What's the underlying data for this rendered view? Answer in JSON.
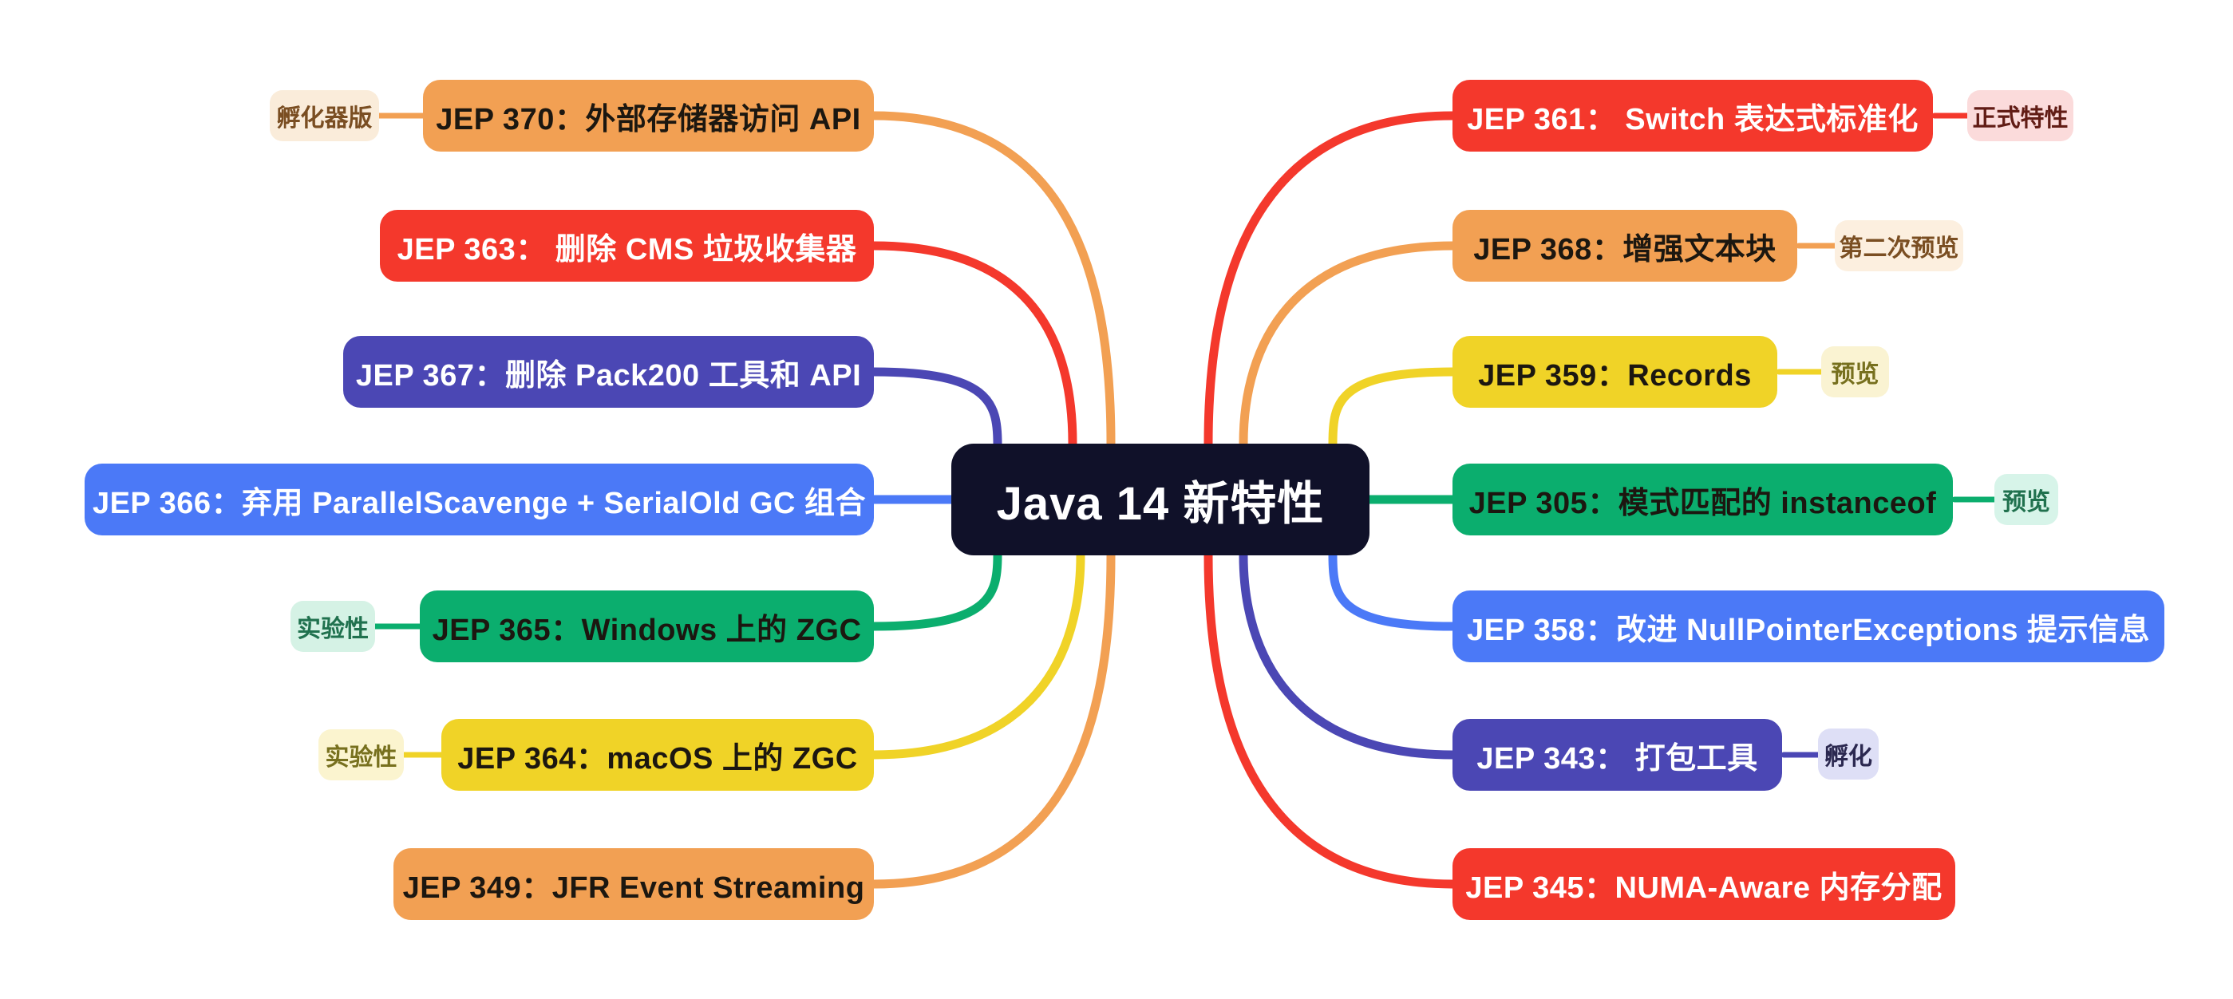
{
  "title": "Java 14 新特性",
  "colors": {
    "red": "#F4382C",
    "orange": "#F2A053",
    "yellow": "#F0D327",
    "green": "#0BAE6E",
    "blue": "#4B79F7",
    "indigo": "#4B47B4",
    "center_bg": "#101129",
    "center_text": "#FFFFFF",
    "dark_text": "#1C1710",
    "light_text": "#FFFFFF",
    "canvas_bg": "#FFFFFF"
  },
  "left_branches": [
    {
      "label": "JEP 370：外部存储器访问 API",
      "color": "orange",
      "text": "dark",
      "tag": {
        "label": "孵化器版",
        "bg": "#FAECDA",
        "fg": "#7A4E22"
      }
    },
    {
      "label": "JEP 363： 删除 CMS 垃圾收集器",
      "color": "red",
      "text": "light"
    },
    {
      "label": "JEP 367：删除 Pack200 工具和 API",
      "color": "indigo",
      "text": "light"
    },
    {
      "label": "JEP 366：弃用 ParallelScavenge + SerialOld GC 组合",
      "color": "blue",
      "text": "light"
    },
    {
      "label": "JEP 365：Windows 上的 ZGC",
      "color": "green",
      "text": "dark",
      "tag": {
        "label": "实验性",
        "bg": "#D5F2E5",
        "fg": "#20714E"
      }
    },
    {
      "label": "JEP 364：macOS 上的 ZGC",
      "color": "yellow",
      "text": "dark",
      "tag": {
        "label": "实验性",
        "bg": "#FBF4CF",
        "fg": "#77701E"
      }
    },
    {
      "label": "JEP 349：JFR Event Streaming",
      "color": "orange",
      "text": "dark"
    }
  ],
  "right_branches": [
    {
      "label": "JEP 361： Switch 表达式标准化",
      "color": "red",
      "text": "light",
      "tag": {
        "label": "正式特性",
        "bg": "#FBDBDB",
        "fg": "#611C15"
      }
    },
    {
      "label": "JEP 368：增强文本块",
      "color": "orange",
      "text": "dark",
      "tag": {
        "label": "第二次预览",
        "bg": "#FCEFDF",
        "fg": "#7A4E22"
      }
    },
    {
      "label": "JEP 359：Records",
      "color": "yellow",
      "text": "dark",
      "tag": {
        "label": "预览",
        "bg": "#FAF3D2",
        "fg": "#77701E"
      }
    },
    {
      "label": "JEP 305：模式匹配的 instanceof",
      "color": "green",
      "text": "dark",
      "tag": {
        "label": "预览",
        "bg": "#D7F4E9",
        "fg": "#20714E"
      }
    },
    {
      "label": "JEP 358：改进 NullPointerExceptions 提示信息",
      "color": "blue",
      "text": "light"
    },
    {
      "label": "JEP 343： 打包工具",
      "color": "indigo",
      "text": "light",
      "tag": {
        "label": "孵化",
        "bg": "#DEDFF6",
        "fg": "#2B2850"
      }
    },
    {
      "label": "JEP 345：NUMA-Aware 内存分配",
      "color": "red",
      "text": "light"
    }
  ]
}
